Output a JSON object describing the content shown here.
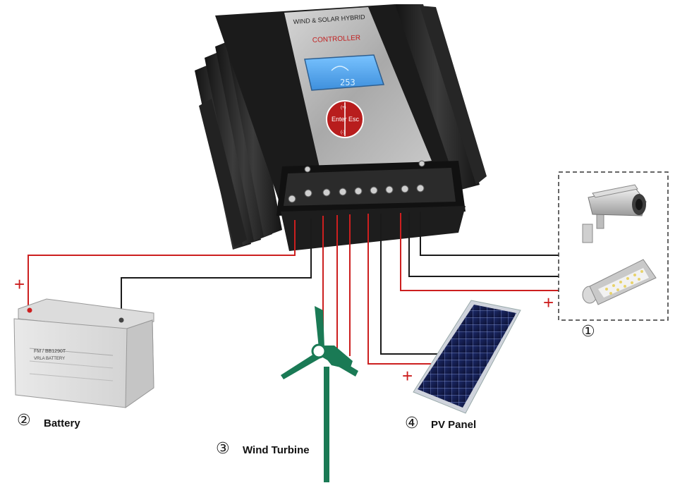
{
  "controller": {
    "brand_line": "WIND & SOLAR HYBRID",
    "model_line": "CONTROLLER",
    "lcd_reading": "253",
    "enter_label": "Enter",
    "esc_label": "Esc",
    "up_glyph": "(+)",
    "down_glyph": "(-)"
  },
  "battery": {
    "model": "FM / BB1290T",
    "subtitle": "VRLA BATTERY",
    "plus_sign": "+"
  },
  "loads": {
    "marker": "①"
  },
  "labels": {
    "battery": {
      "marker": "②",
      "text": "Battery"
    },
    "wind": {
      "marker": "③",
      "text": "Wind Turbine"
    },
    "pv": {
      "marker": "④",
      "text": "PV Panel"
    }
  },
  "polarity": {
    "battery_plus": "+",
    "load_plus": "+",
    "pv_plus": "+"
  },
  "colors": {
    "positive_wire": "#cc1f1f",
    "negative_wire": "#1a1a1a",
    "turbine": "#1a7a55",
    "lcd": "#5aa9ee"
  }
}
